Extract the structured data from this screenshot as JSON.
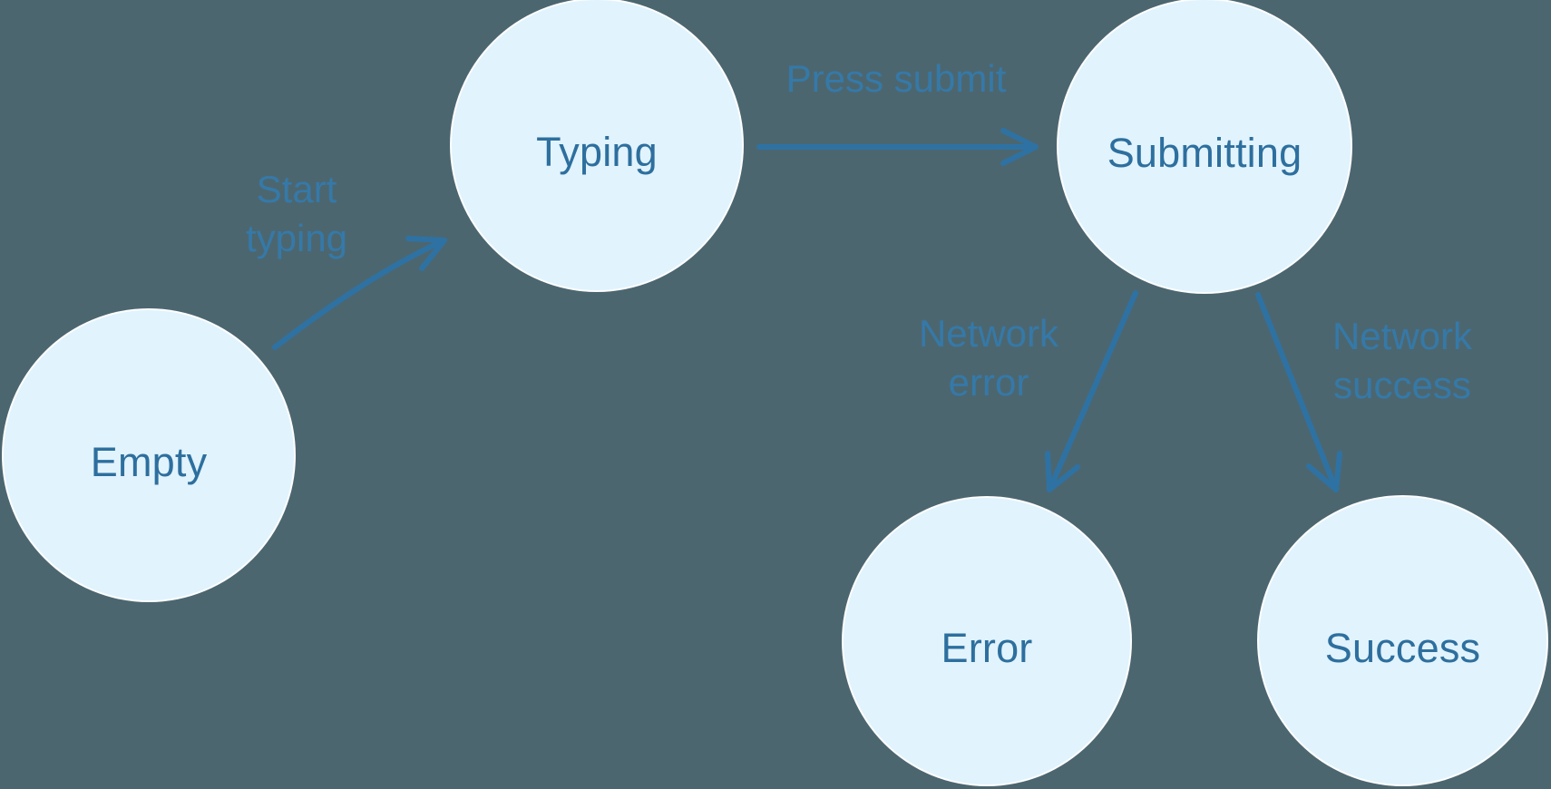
{
  "diagram": {
    "type": "state-machine-flow",
    "nodes": [
      {
        "id": "empty",
        "label": "Empty"
      },
      {
        "id": "typing",
        "label": "Typing"
      },
      {
        "id": "submitting",
        "label": "Submitting"
      },
      {
        "id": "error",
        "label": "Error"
      },
      {
        "id": "success",
        "label": "Success"
      }
    ],
    "edges": [
      {
        "from": "Empty",
        "to": "Typing",
        "label": "Start typing",
        "label_line1": "Start",
        "label_line2": "typing"
      },
      {
        "from": "Typing",
        "to": "Submitting",
        "label": "Press submit"
      },
      {
        "from": "Submitting",
        "to": "Error",
        "label": "Network error",
        "label_line1": "Network",
        "label_line2": "error"
      },
      {
        "from": "Submitting",
        "to": "Success",
        "label": "Network success",
        "label_line1": "Network",
        "label_line2": "success"
      }
    ],
    "colors": {
      "background": "#4c6670",
      "node_fill": "#e1f3fd",
      "node_border": "#ffffff",
      "node_text": "#2d6f9e",
      "edge_stroke": "#2e72a3",
      "edge_label_text": "#3579a8"
    }
  }
}
